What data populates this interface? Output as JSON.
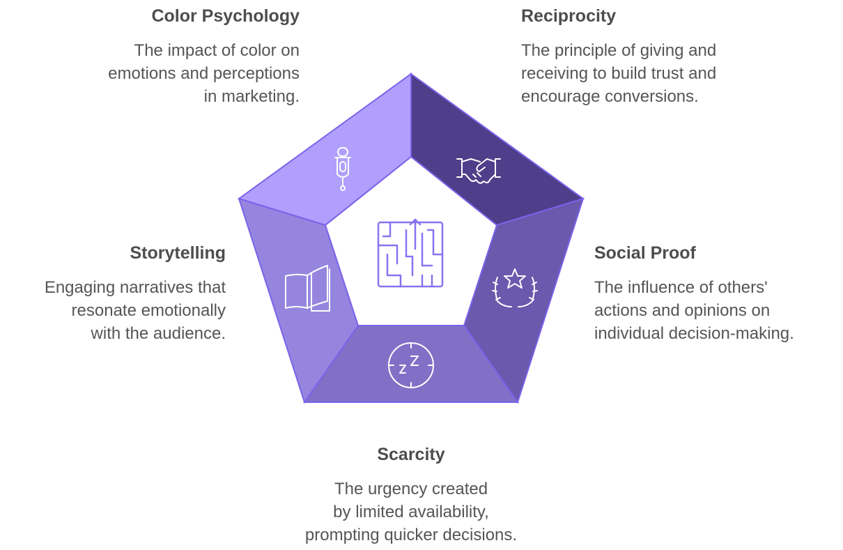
{
  "items": [
    {
      "key": "color",
      "title": "Color Psychology",
      "description": "The impact of color on emotions and perceptions in marketing.",
      "lines": [
        "The impact of color on",
        "emotions and perceptions",
        "in marketing."
      ],
      "icon": "dropper-icon",
      "color": "#b09ffc"
    },
    {
      "key": "reciprocity",
      "title": "Reciprocity",
      "description": "The principle of giving and receiving to build trust and encourage conversions.",
      "lines": [
        "The principle of giving and",
        "receiving to build trust and",
        "encourage conversions."
      ],
      "icon": "handshake-icon",
      "color": "#4f3e8a"
    },
    {
      "key": "social",
      "title": "Social Proof",
      "description": "The influence of others' actions and opinions on individual decision-making.",
      "lines": [
        "The influence of others'",
        "actions and opinions on",
        "individual decision-making."
      ],
      "icon": "laurel-star-icon",
      "color": "#6a59ad"
    },
    {
      "key": "scarcity",
      "title": "Scarcity",
      "description": "The urgency created by limited availability, prompting quicker decisions.",
      "lines": [
        "The urgency created",
        "by limited availability,",
        "prompting quicker decisions."
      ],
      "icon": "sleep-clock-icon",
      "color": "#8170c6"
    },
    {
      "key": "story",
      "title": "Storytelling",
      "description": "Engaging narratives that resonate emotionally with the audience.",
      "lines": [
        "Engaging narratives that",
        "resonate emotionally",
        "with the audience."
      ],
      "icon": "book-icon",
      "color": "#9585df"
    }
  ],
  "center_icon": "maze-icon",
  "colors": {
    "outline": "#7b62ea",
    "center_fill": "#ffffff",
    "icon_light": "#ffffff",
    "center_icon": "#8a72f0",
    "title_text": "#4d4d4d",
    "desc_text": "#555555"
  }
}
